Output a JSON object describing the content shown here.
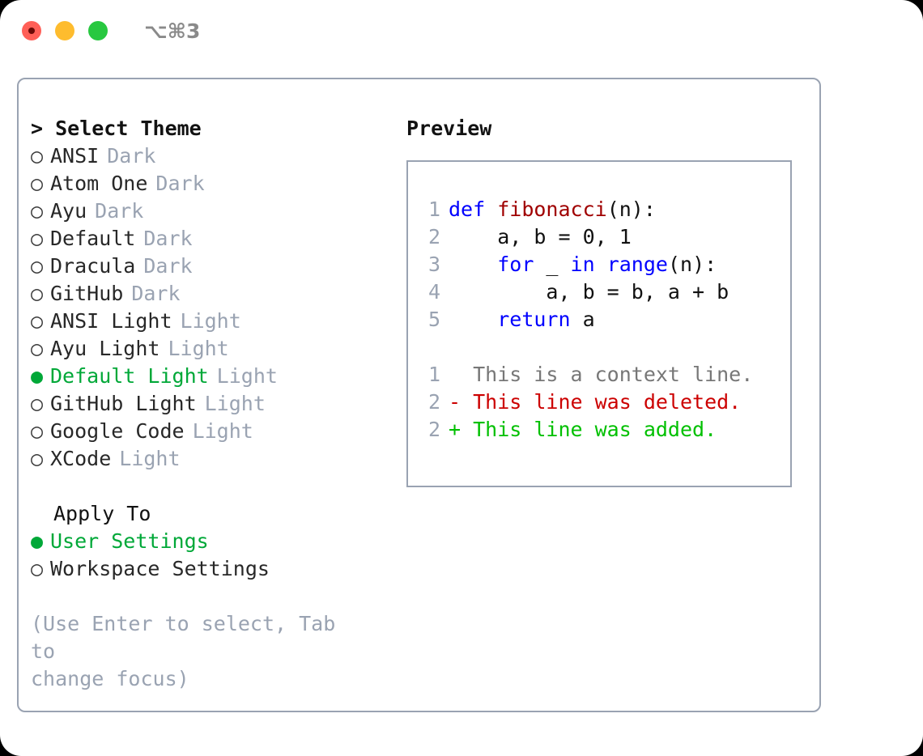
{
  "window": {
    "shortcut": "⌥⌘3",
    "traffic_lights": [
      {
        "name": "close",
        "color": "#ff5f57"
      },
      {
        "name": "minimize",
        "color": "#febc2e"
      },
      {
        "name": "maximize",
        "color": "#28c840"
      }
    ]
  },
  "theme_picker": {
    "header": "> Select Theme",
    "selected_bullet": "●",
    "unselected_bullet": "○",
    "accent_color": "#00a838",
    "muted_color": "#9aa3b2",
    "items": [
      {
        "label": "ANSI",
        "variant": "Dark",
        "selected": false
      },
      {
        "label": "Atom One",
        "variant": "Dark",
        "selected": false
      },
      {
        "label": "Ayu",
        "variant": "Dark",
        "selected": false
      },
      {
        "label": "Default",
        "variant": "Dark",
        "selected": false
      },
      {
        "label": "Dracula",
        "variant": "Dark",
        "selected": false
      },
      {
        "label": "GitHub",
        "variant": "Dark",
        "selected": false
      },
      {
        "label": "ANSI Light",
        "variant": "Light",
        "selected": false
      },
      {
        "label": "Ayu Light",
        "variant": "Light",
        "selected": false
      },
      {
        "label": "Default Light",
        "variant": "Light",
        "selected": true
      },
      {
        "label": "GitHub Light",
        "variant": "Light",
        "selected": false
      },
      {
        "label": "Google Code",
        "variant": "Light",
        "selected": false
      },
      {
        "label": "XCode",
        "variant": "Light",
        "selected": false
      }
    ]
  },
  "apply_to": {
    "header": "Apply To",
    "items": [
      {
        "label": "User Settings",
        "selected": true
      },
      {
        "label": "Workspace Settings",
        "selected": false
      }
    ]
  },
  "help": {
    "line1": "(Use Enter to select, Tab to",
    "line2": "change focus)"
  },
  "preview": {
    "heading": "Preview",
    "code_lines": [
      {
        "num": "1",
        "tokens": [
          {
            "text": "def ",
            "kind": "kw"
          },
          {
            "text": "fibonacci",
            "kind": "fn"
          },
          {
            "text": "(n):",
            "kind": "plain"
          }
        ]
      },
      {
        "num": "2",
        "tokens": [
          {
            "text": "    a, b = 0, 1",
            "kind": "plain"
          }
        ]
      },
      {
        "num": "3",
        "tokens": [
          {
            "text": "    ",
            "kind": "plain"
          },
          {
            "text": "for",
            "kind": "kw"
          },
          {
            "text": " _ ",
            "kind": "plain"
          },
          {
            "text": "in",
            "kind": "kw"
          },
          {
            "text": " ",
            "kind": "plain"
          },
          {
            "text": "range",
            "kind": "kw"
          },
          {
            "text": "(n):",
            "kind": "plain"
          }
        ]
      },
      {
        "num": "4",
        "tokens": [
          {
            "text": "        a, b = b, a + b",
            "kind": "plain"
          }
        ]
      },
      {
        "num": "5",
        "tokens": [
          {
            "text": "    ",
            "kind": "plain"
          },
          {
            "text": "return",
            "kind": "kw"
          },
          {
            "text": " a",
            "kind": "plain"
          }
        ]
      }
    ],
    "diff_lines": [
      {
        "num": "1",
        "marker": "  ",
        "text": "This is a context line.",
        "kind": "ctx"
      },
      {
        "num": "2",
        "marker": "- ",
        "text": "This line was deleted.",
        "kind": "del"
      },
      {
        "num": "2",
        "marker": "+ ",
        "text": "This line was added.",
        "kind": "add"
      }
    ]
  }
}
